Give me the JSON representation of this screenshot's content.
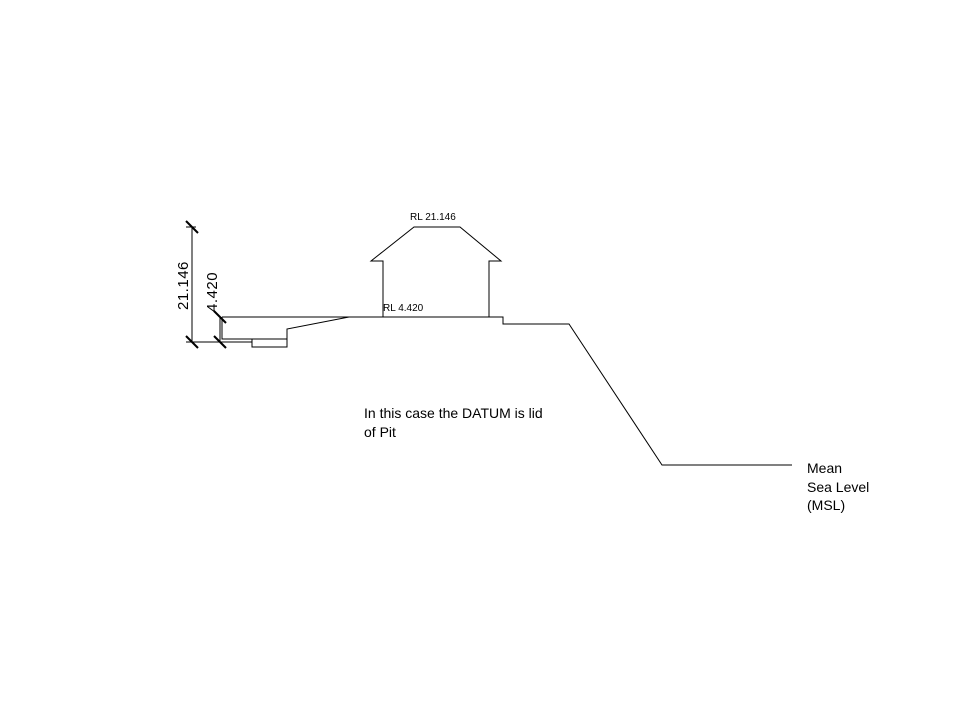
{
  "diagram": {
    "labels": {
      "rl_top": "RL 21.146",
      "rl_datum": "RL 4.420",
      "dim_total": "21.146",
      "dim_datum": "4.420"
    },
    "note": {
      "line1": "In this case the DATUM is lid",
      "line2": "of Pit"
    },
    "msl": {
      "line1": "Mean",
      "line2": "Sea Level",
      "line3": "(MSL)"
    },
    "colors": {
      "line": "#000000",
      "background": "#ffffff"
    }
  }
}
